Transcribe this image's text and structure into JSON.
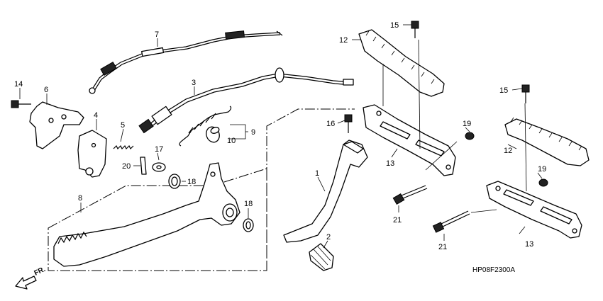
{
  "diagram": {
    "code": "HP08F2300A",
    "front_label": "FR.",
    "callouts": {
      "c1": "1",
      "c2": "2",
      "c3": "3",
      "c4": "4",
      "c5": "5",
      "c6": "6",
      "c7": "7",
      "c8": "8",
      "c9": "9",
      "c10": "10",
      "c12a": "12",
      "c12b": "12",
      "c13a": "13",
      "c13b": "13",
      "c14": "14",
      "c15a": "15",
      "c15b": "15",
      "c16": "16",
      "c17": "17",
      "c18a": "18",
      "c18b": "18",
      "c19a": "19",
      "c19b": "19",
      "c20": "20",
      "c21a": "21",
      "c21b": "21"
    }
  }
}
